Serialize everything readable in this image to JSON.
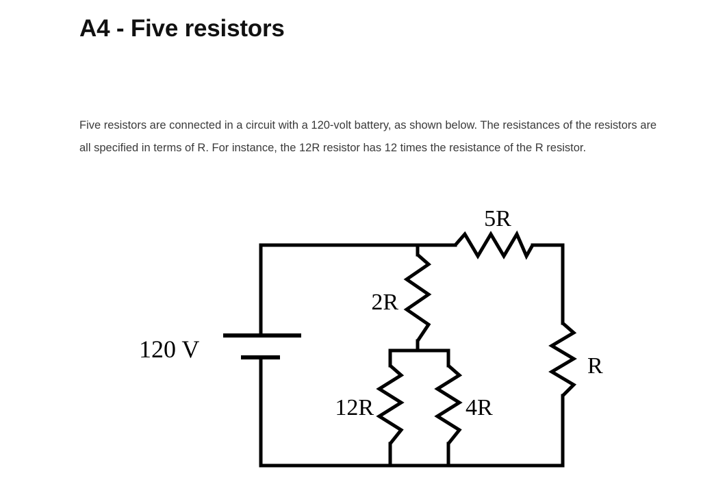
{
  "document": {
    "title": "A4 - Five resistors",
    "paragraph": "Five resistors are connected in a circuit with a 120-volt battery, as shown below.  The resistances of the resistors are all specified in terms of R. For instance, the 12R resistor has 12 times the resistance of the R resistor.",
    "background_color": "#ffffff",
    "text_color": "#3a3a3a",
    "title_color": "#111111",
    "ink_color": "#000000"
  },
  "circuit": {
    "source": {
      "type": "battery",
      "label": "120 V",
      "voltage": 120,
      "unit": "V"
    },
    "resistors": [
      {
        "id": "r5",
        "label": "5R",
        "multiplier": 5,
        "orientation": "horizontal",
        "position": "top-right-branch"
      },
      {
        "id": "r2",
        "label": "2R",
        "multiplier": 2,
        "orientation": "vertical",
        "position": "middle-vertical"
      },
      {
        "id": "r12",
        "label": "12R",
        "multiplier": 12,
        "orientation": "vertical",
        "position": "bottom-left-parallel"
      },
      {
        "id": "r4",
        "label": "4R",
        "multiplier": 4,
        "orientation": "vertical",
        "position": "bottom-right-parallel"
      },
      {
        "id": "r1",
        "label": "R",
        "multiplier": 1,
        "orientation": "vertical",
        "position": "right-branch"
      }
    ]
  }
}
